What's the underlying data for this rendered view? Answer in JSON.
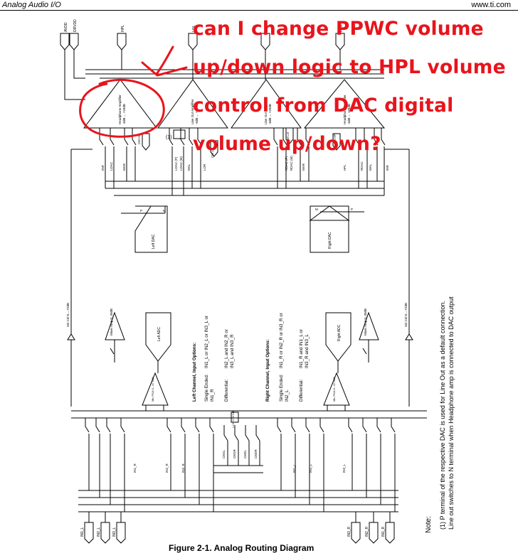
{
  "header": {
    "section": "Analog Audio I/O",
    "site": "www.ti.com"
  },
  "question": [
    "can I change PPWC volume",
    "up/down logic to HPL volume",
    "control from DAC digital",
    "volume up/down?"
  ],
  "annotation_color": "#e8141c",
  "caption": "Figure 2-1. Analog Routing Diagram",
  "labels": {
    "avdd": "AVDD",
    "drvdd": "DRVDD",
    "hpl_top": "HPL",
    "lol_top": "LOL",
    "lor_top": "LOR",
    "hpr_top": "HPR",
    "hp_amp_l": "Headphone Amplifier",
    "hp_amp_l_gain": "-6dB ... +29dB",
    "lineout_l": "Line Out Amplifier",
    "lineout_l_gain": "-6dB ... +29dB",
    "lineout_r": "Line Out Amplifier",
    "lineout_r_gain": "-6dB ... +29dB",
    "hp_amp_r": "Headphone Amplifier",
    "hp_amp_r_gain": "-6dB ... +29dB",
    "cm_hp": "CM HP",
    "cm_lo": "CM LO",
    "cm_lo2": "CM LO",
    "cm_hp2": "CM HP",
    "note_ref": "(1)",
    "inr": "INR",
    "ldac": "LDAC",
    "mar": "MAR",
    "ldac_p": "LDAC (P)",
    "ldac_m": "LDAC (M)",
    "mal": "MAL",
    "lor_mid": "LOR",
    "rdac_p": "RDAC (P)",
    "rdac_m": "RDAC (M)",
    "mar2": "MAR",
    "hpl_mid": "HPL",
    "rdac": "RDAC",
    "mal2": "MAL",
    "inr2": "INR",
    "p": "P",
    "m": "M",
    "left_dac": "Left DAC",
    "right_dac": "Right DAC",
    "left_adc": "Left ADC",
    "right_adc": "Right ADC",
    "mixer_amp": "Mixer Amp 0..30dB",
    "vol_ctrl": "Vol Ctrl 0...-72dB",
    "mic_pga": "Mic PGA 0...47.5dB",
    "lc_title": "Left Channel, Input Options:",
    "lc_se": "Single Ended:",
    "lc_se_opts": "IN1_L  or  IN2_L  or  IN3_L  or",
    "lc_in1r": "IN1_R",
    "lc_diff": "Differential:",
    "lc_diff_opts": "IN2_L and  IN2_R  or",
    "lc_diff_opts2": "IN3_L and  IN3_R",
    "rc_title": "Right Channel, Input Options:",
    "rc_se": "Single Ended:",
    "rc_se_opts": "IN1_R  or  IN2_R  or  IN3_R  or",
    "rc_in2l": "IN2_L",
    "rc_diff": "Differential:",
    "rc_diff_opts": "IN1_R and  IN1_L  or",
    "rc_diff_opts2": "IN3_R and  IN3_L",
    "cm_ref": "1.1V / 0.9V CM",
    "cm1l": "CM1L",
    "cm1r": "CM1R",
    "cm2l": "CM2L",
    "cm2r": "CM2R",
    "in1r_b": "IN1_R",
    "in2r_b": "IN2_R",
    "in3r_b": "IN3_R",
    "in1l_b": "IN1_L",
    "in2l_b": "IN2_L",
    "in3l_b": "IN3_L",
    "pin_in1l": "IN1_L",
    "pin_in2l": "IN2_L",
    "pin_in3l": "IN3_L",
    "pin_in3r": "IN3_R",
    "pin_in2r": "IN2_R",
    "pin_in1r": "IN1_R",
    "note_title": "Note:",
    "note_1": "(1)    P terminal of the respective DAC is used for Line Out as a default connection.",
    "note_2": "Line out switches to N terminal when Headphone amp is connected to DAC output"
  }
}
